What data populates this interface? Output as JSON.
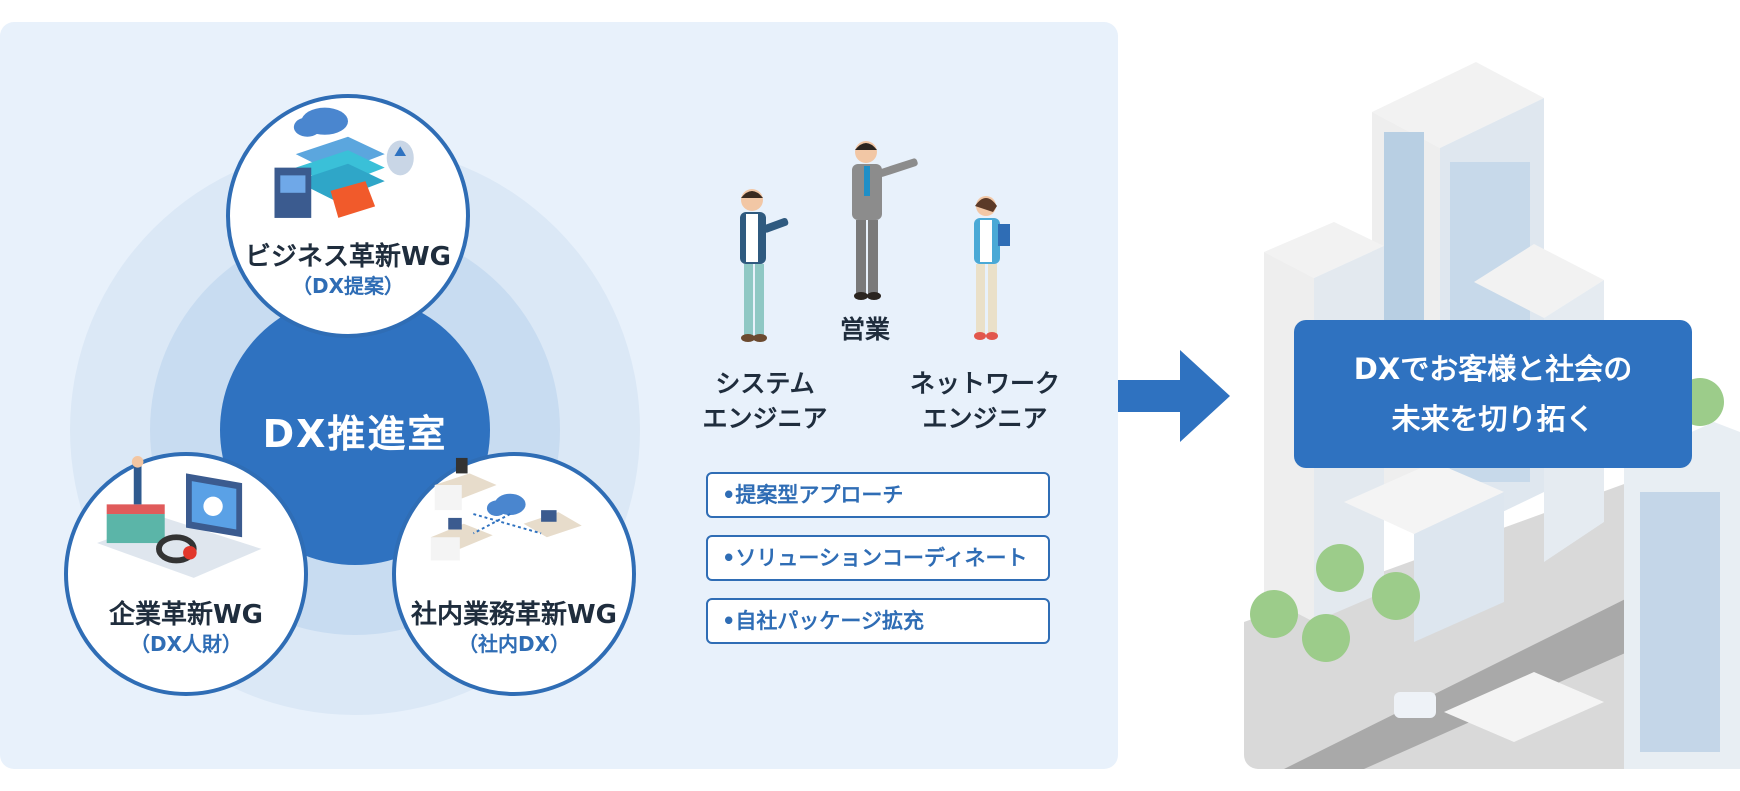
{
  "center": {
    "label": "DX推進室"
  },
  "working_groups": [
    {
      "title": "ビジネス革新WG",
      "subtitle": "（DX提案）"
    },
    {
      "title": "企業革新WG",
      "subtitle": "（DX人財）"
    },
    {
      "title": "社内業務革新WG",
      "subtitle": "（社内DX）"
    }
  ],
  "roles": [
    {
      "line1": "システム",
      "line2": "エンジニア"
    },
    {
      "line1": "営業",
      "line2": ""
    },
    {
      "line1": "ネットワーク",
      "line2": "エンジニア"
    }
  ],
  "approaches": [
    "•提案型アプローチ",
    "•ソリューションコーディネート",
    "•自社パッケージ拡充"
  ],
  "goal": {
    "line1": "DXでお客様と社会の",
    "line2": "未来を切り拓く"
  },
  "colors": {
    "primary": "#2f72c0",
    "panel_bg": "#e8f1fb",
    "ring": "#dbe8f6",
    "border": "#2f6db5"
  }
}
